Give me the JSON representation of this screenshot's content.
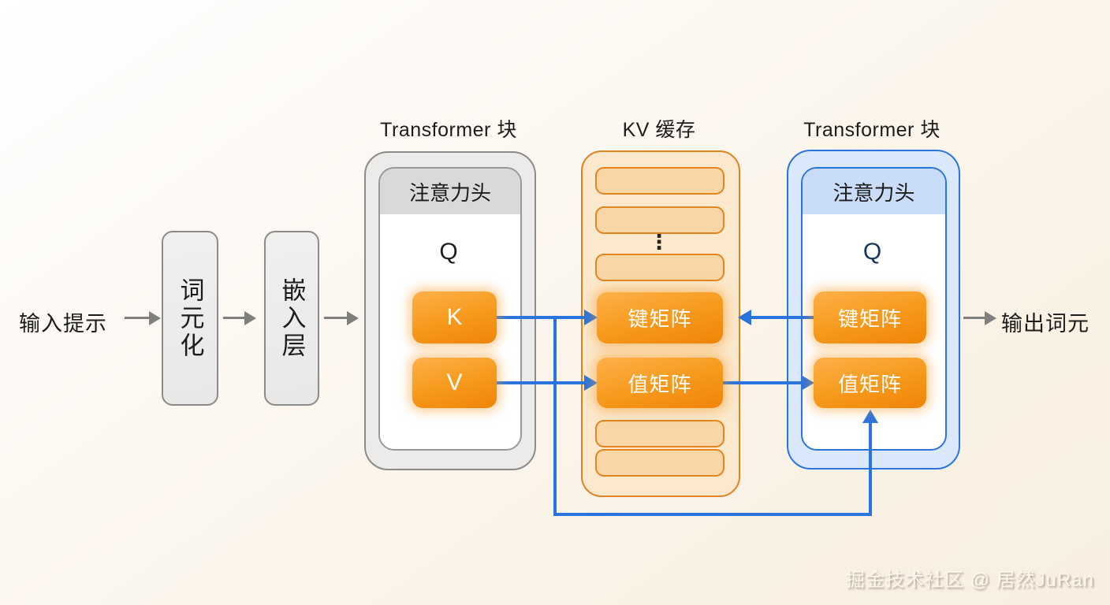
{
  "labels": {
    "input": "输入提示",
    "output": "输出词元",
    "tokenization": "词元化",
    "embedding": "嵌入层"
  },
  "block1": {
    "title": "Transformer 块",
    "head_label": "注意力头",
    "q": "Q",
    "k": "K",
    "v": "V"
  },
  "cache": {
    "title": "KV 缓存",
    "key_label": "键矩阵",
    "value_label": "值矩阵",
    "ellipsis": "⋮"
  },
  "block2": {
    "title": "Transformer 块",
    "head_label": "注意力头",
    "q": "Q",
    "key_label": "键矩阵",
    "value_label": "值矩阵"
  },
  "watermark": {
    "text": "掘金技术社区 @ 居然JuRan"
  },
  "colors": {
    "background_cream": "#f8efe1",
    "flow_blue": "#2b74dd",
    "matrix_orange": "#f79b1e",
    "cache_fill": "#fce8cc",
    "cache_border": "#df8222",
    "block_gray_fill": "#ecebe9",
    "block_gray_border": "#8b8b89",
    "block_blue_fill": "#d9e8fa",
    "arrow_gray": "#7f7f7d",
    "q_navy": "#16365c"
  }
}
